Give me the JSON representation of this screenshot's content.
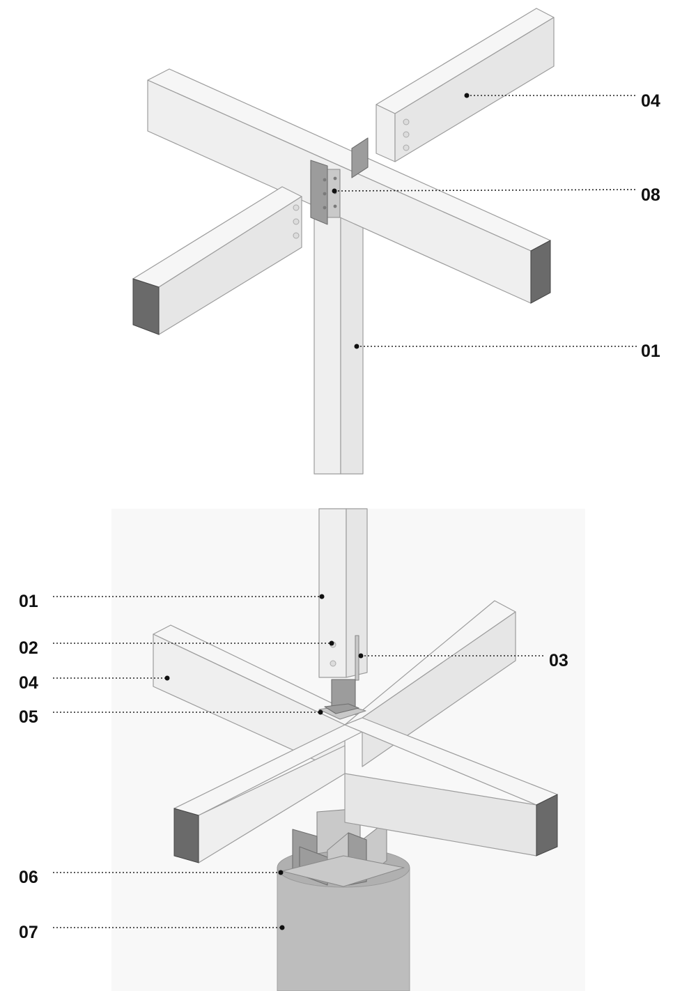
{
  "top_detail": {
    "callouts": [
      "04",
      "08",
      "01"
    ]
  },
  "bottom_detail": {
    "callouts_left": [
      "01",
      "02",
      "04",
      "05",
      "06",
      "07"
    ],
    "callouts_right": [
      "03"
    ]
  }
}
